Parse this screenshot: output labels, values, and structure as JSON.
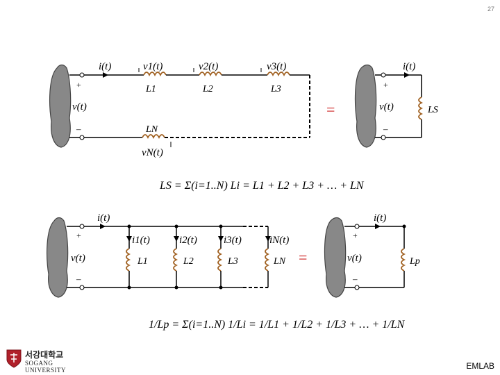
{
  "page": {
    "number": "27",
    "footer": "EMLAB"
  },
  "logo": {
    "korean": "서강대학교",
    "english": "SOGANG UNIVERSITY",
    "emblem": "sogang-emblem"
  },
  "colors": {
    "equals_sign": "#cc2222",
    "source": "#888888",
    "wire": "#000000"
  },
  "series": {
    "current": "i(t)",
    "voltage": "v(t)",
    "plus": "+",
    "minus": "–",
    "v1": "v1(t)",
    "v2": "v2(t)",
    "v3": "v3(t)",
    "vN": "vN(t)",
    "L1": "L1",
    "L2": "L2",
    "L3": "L3",
    "LN": "LN",
    "equiv_current": "i(t)",
    "equiv_voltage": "v(t)",
    "equiv_L": "LS",
    "equals": "=",
    "formula": "LS = Σ(i=1..N) Li = L1 + L2 + L3 + … + LN"
  },
  "parallel": {
    "current": "i(t)",
    "voltage": "v(t)",
    "plus": "+",
    "minus": "–",
    "i1": "i1(t)",
    "i2": "i2(t)",
    "i3": "i3(t)",
    "iN": "iN(t)",
    "L1": "L1",
    "L2": "L2",
    "L3": "L3",
    "LN": "LN",
    "equiv_current": "i(t)",
    "equiv_voltage": "v(t)",
    "equiv_L": "Lp",
    "equals": "=",
    "formula": "1/Lp = Σ(i=1..N) 1/Li = 1/L1 + 1/L2 + 1/L3 + … + 1/LN"
  }
}
